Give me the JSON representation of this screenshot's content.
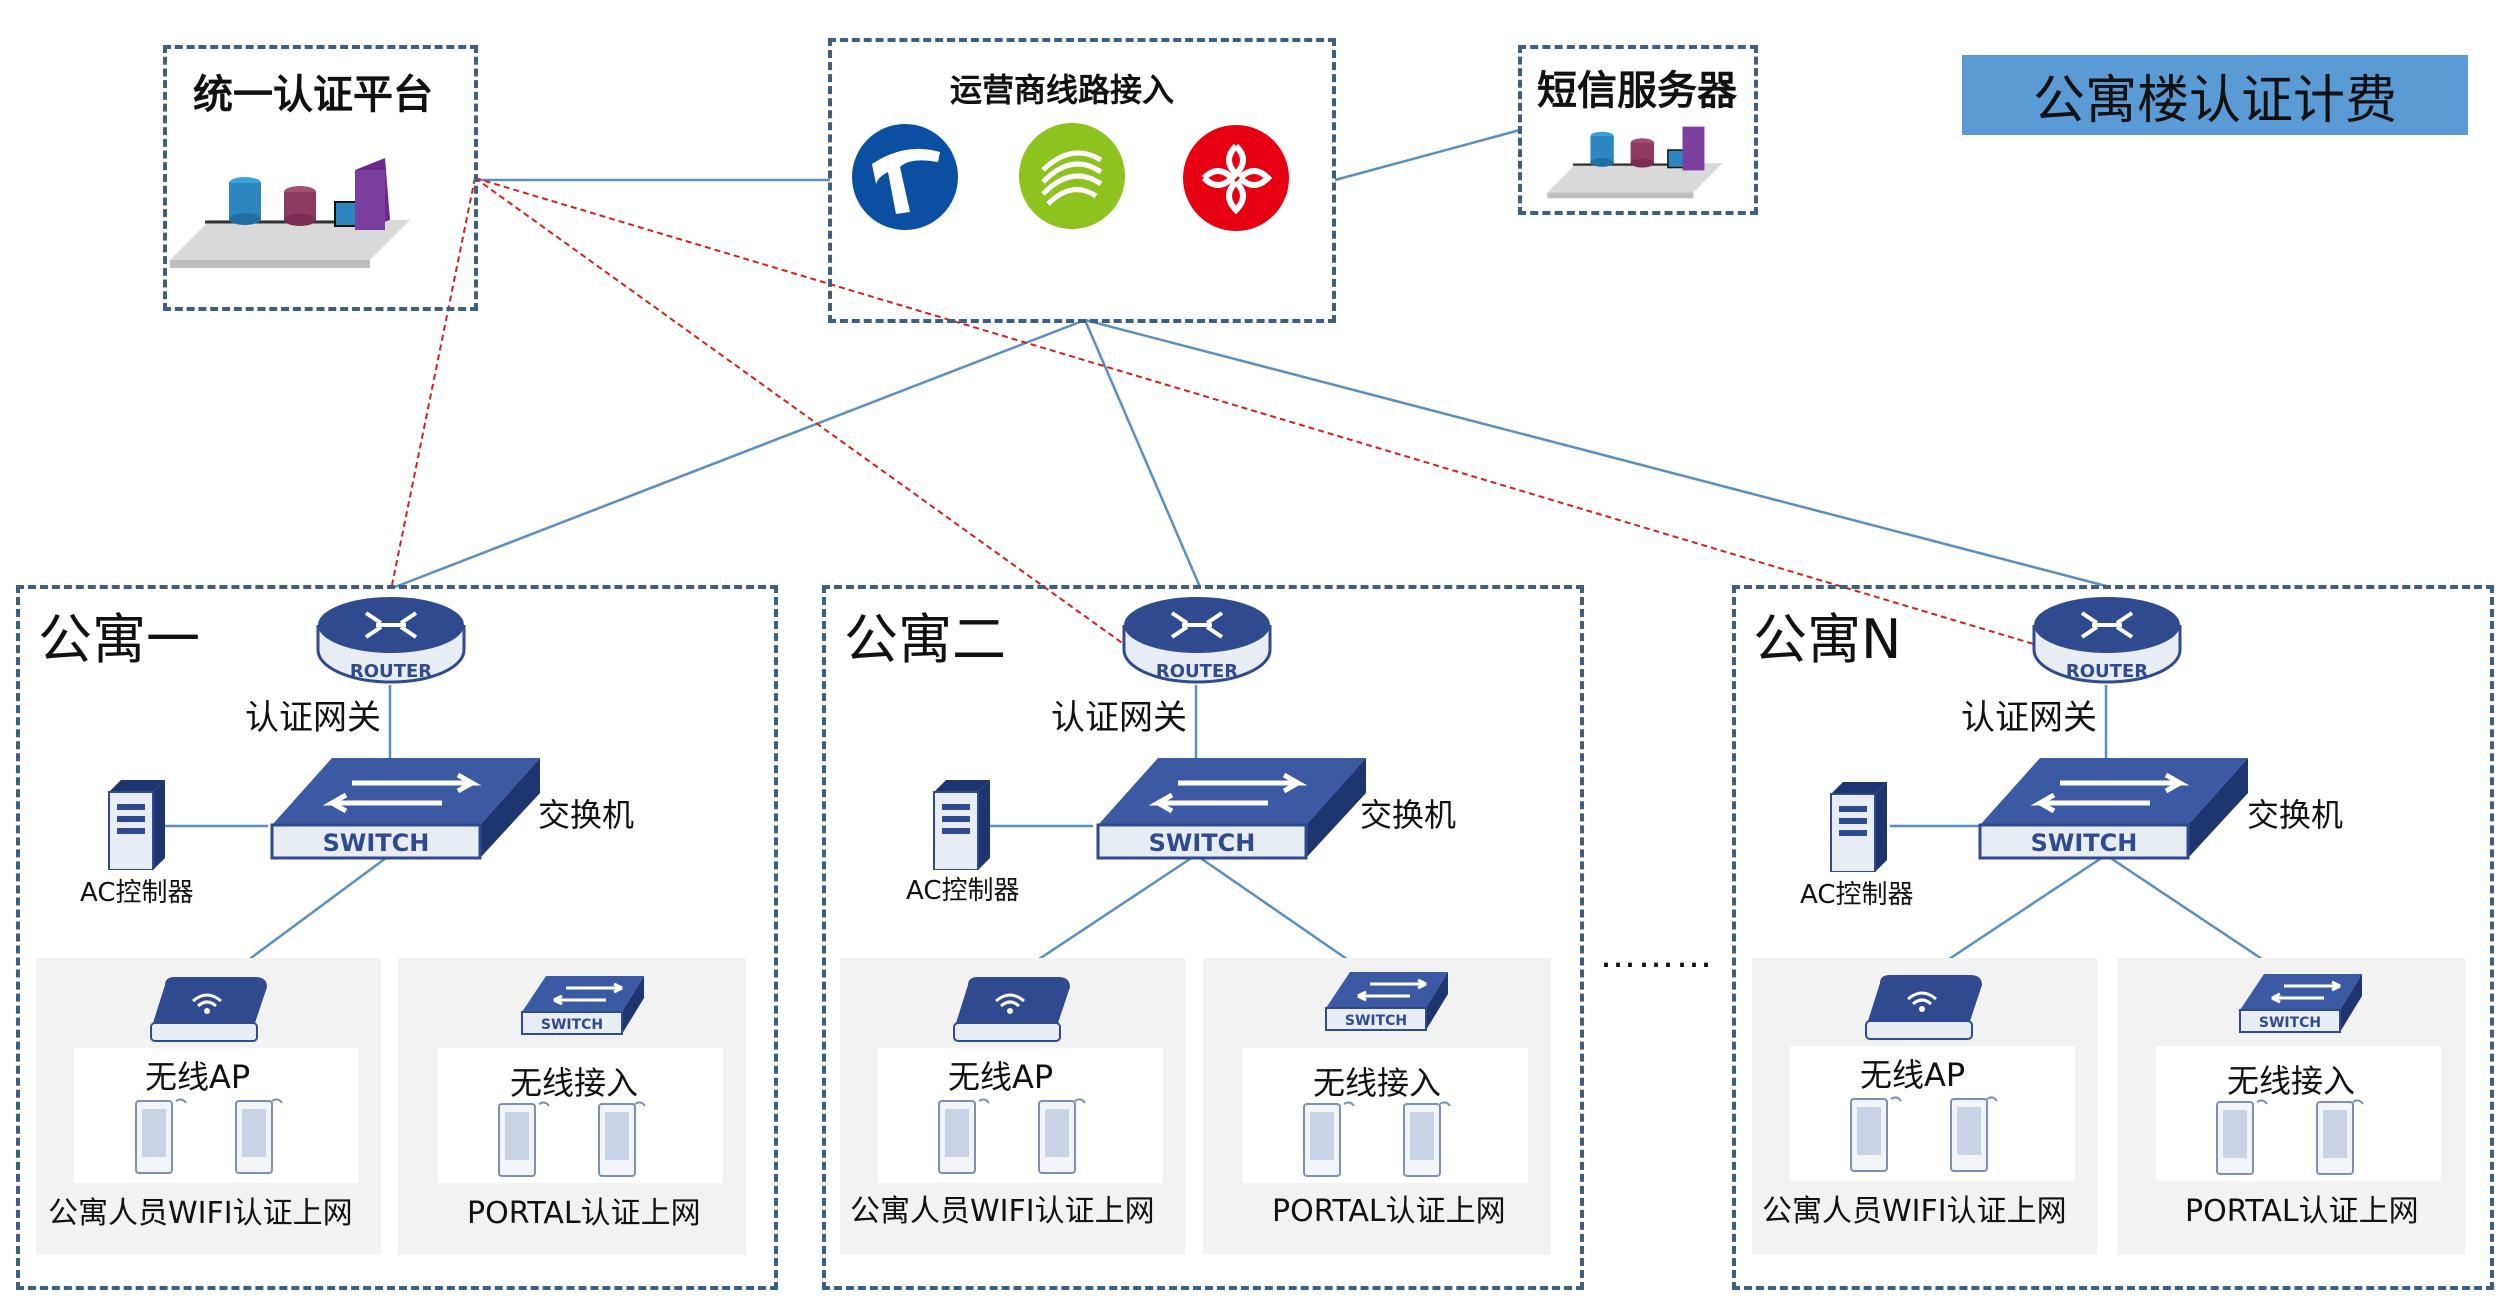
{
  "title": "公寓楼认证计费",
  "auth_platform": {
    "label": "统一认证平台"
  },
  "isp": {
    "label": "运营商线路接入",
    "logos": [
      "china-telecom-logo",
      "china-mobile-logo",
      "china-unicom-logo"
    ]
  },
  "sms": {
    "label": "短信服务器"
  },
  "ellipsis": "………",
  "device_text": {
    "router": "ROUTER",
    "switch": "SWITCH"
  },
  "apartments": [
    {
      "name": "公寓一",
      "gateway": "认证网关",
      "switch_label": "交换机",
      "ac": "AC控制器",
      "ap_label": "无线AP",
      "ap_caption": "公寓人员WIFI认证上网",
      "wired_label": "无线接入",
      "wired_caption": "PORTAL认证上网"
    },
    {
      "name": "公寓二",
      "gateway": "认证网关",
      "switch_label": "交换机",
      "ac": "AC控制器",
      "ap_label": "无线AP",
      "ap_caption": "公寓人员WIFI认证上网",
      "wired_label": "无线接入",
      "wired_caption": "PORTAL认证上网"
    },
    {
      "name": "公寓N",
      "gateway": "认证网关",
      "switch_label": "交换机",
      "ac": "AC控制器",
      "ap_label": "无线AP",
      "ap_caption": "公寓人员WIFI认证上网",
      "wired_label": "无线接入",
      "wired_caption": "PORTAL认证上网"
    }
  ],
  "colors": {
    "line": "#5b8fbf",
    "auth_line": "#d42020",
    "device": "#2f4a8f",
    "title_bg": "#5b9bd5"
  }
}
